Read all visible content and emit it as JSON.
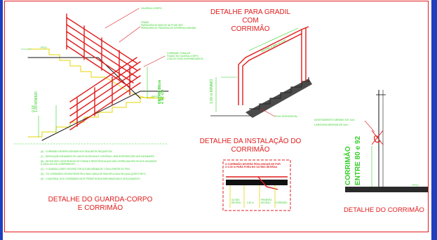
{
  "titles": {
    "gradil": "DETALHE PARA GRADIL COM\nCORRIMÃO",
    "instalacao": "DETALHE DA INSTALAÇÃO DO\nCORRIMÃO",
    "guarda_corpo": "DETALHE DO GUARDA-CORPO\nE CORRIMÃO",
    "corrimao": "DETALHE DO CORRIMÃO"
  },
  "labels": {
    "guarda_corpo_callout": "GUARDA-CORPO",
    "grade_callout": "GRADE\nPASSAGEM DE MAIS DE 4m  PODE SER\nPASSAGEM DE TRAVESSA DE DIFERENÇA MÁXIMA",
    "corrimao_callout": "CORRIMÃO TUBULAR\nFIXADO NO GUARDA-CORPO\nCOM OS FIXOS INTERMEDIÁRIOS",
    "piso_left": "PISO",
    "degrau_dim": "0.18\n1.00 MÍNIMO",
    "entre_dim": "ENTRE 80cm\ne 92 cm",
    "piso_mid": "PISO",
    "minimo_dim": "1.00 m MÍNIMO",
    "gradil_top": "ENTRE 0.80m E 0.92",
    "piso_horizontal": "PISO HORIZONTAL",
    "corrimao_vertical": "CORRIMÃO\nENTRE 80 e 92",
    "afastamento": "AFASTAMENTO MÍNIMO DE 4cm\nLARGURA MÁXIMA DE 6cm",
    "piso_right": "PISO",
    "install_header": "O CORRIMÃO DEVERÁ PROLONGAR-SE POR\nO 0,30 m PARA FORA NO ÚLTIMO DEGRAU",
    "install_bottom_1": "ÚLTIMO\nDEGRAU",
    "install_bottom_2": "0,30 m",
    "install_bottom_3": "CORRIMÃO",
    "install_bottom_4": "PRIMEIRO\nDEGRAU"
  },
  "notes": [
    "(A) - CORRIMÃO DEVERÁ ATENDER AOS SEGUINTES REQUISITOS:",
    "(1) - INSTALAÇÃO EM AMBOS OS LADOS DA ESCADA E CONTÍNUO, SEM INTERRUPÇÃO NOS PATAMARES",
    "(B) - DEVEM SER CONSTRUÍDOS DE FORMA E RESISTÊNCIA QUE NÃO OFEREÇAM RISCOS AOS USUÁRIOS",
    "       A CADA 10m DE COMPRIMENTO",
    "(C) - O GUARDA-CORPO DEVERÁ TER ALTURA MÍNIMA DE 1,00m A PARTIR DO PISO",
    "(D) - OS CORRIMÃOS DEVEM RESISTIR A UMA CARGA DE 900N APLICADA EM QUALQUER PONTO",
    "(E) - O MATERIAL DOS CORRIMÃOS DEVE PERMITIR BOA EMPUNHADURA E DESLIZAMENTO"
  ],
  "colors": {
    "frame_blue": "#1f3fbf",
    "frame_red": "#e01b1b",
    "line_red": "#e01b1b",
    "line_yellow": "#e6d400",
    "text_green": "#36d02a",
    "dark": "#111111"
  }
}
